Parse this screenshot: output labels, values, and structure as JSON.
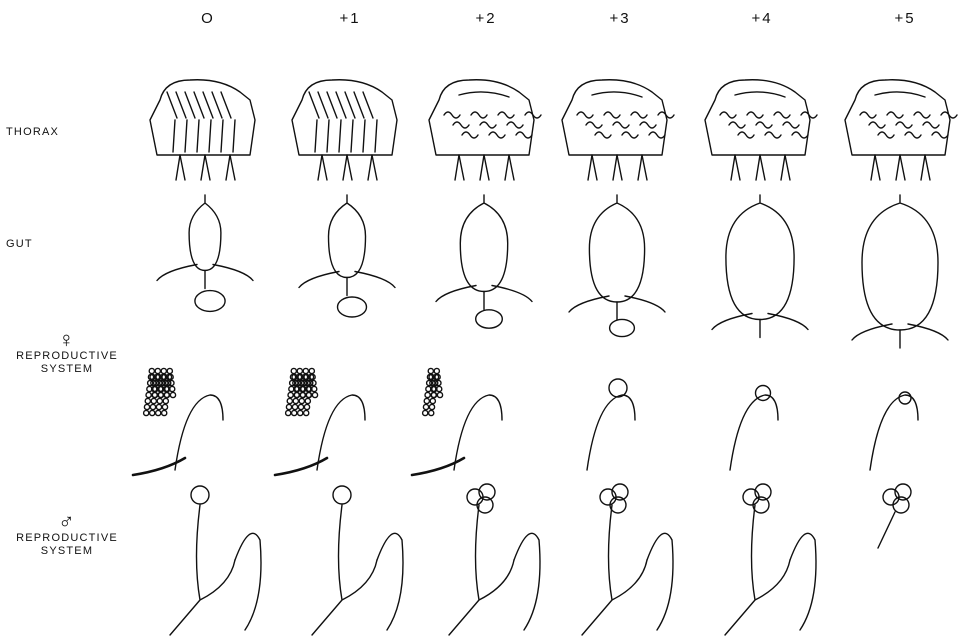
{
  "columns": [
    "O",
    "+1",
    "+2",
    "+3",
    "+4",
    "+5"
  ],
  "rows": {
    "thorax": "THORAX",
    "gut": "GUT",
    "female_symbol": "♀",
    "female_label_1": "REPRODUCTIVE",
    "female_label_2": "SYSTEM",
    "male_symbol": "♂",
    "male_label_1": "REPRODUCTIVE",
    "male_label_2": "SYSTEM"
  },
  "stages": [
    {
      "stage": "O",
      "thorax_muscle": "intact",
      "gut_swelling": 0.15,
      "ovary_eggs": 4,
      "testis_lobes": 1
    },
    {
      "stage": "+1",
      "thorax_muscle": "intact",
      "gut_swelling": 0.25,
      "ovary_eggs": 4,
      "testis_lobes": 1
    },
    {
      "stage": "+2",
      "thorax_muscle": "partly degenerate",
      "gut_swelling": 0.45,
      "ovary_eggs": 2,
      "testis_lobes": 3
    },
    {
      "stage": "+3",
      "thorax_muscle": "degenerate",
      "gut_swelling": 0.6,
      "ovary_eggs": 0,
      "testis_lobes": 3
    },
    {
      "stage": "+4",
      "thorax_muscle": "degenerate",
      "gut_swelling": 0.85,
      "ovary_eggs": 0,
      "testis_lobes": 3
    },
    {
      "stage": "+5",
      "thorax_muscle": "degenerate",
      "gut_swelling": 1.0,
      "ovary_eggs": 0,
      "testis_lobes": 3
    }
  ]
}
